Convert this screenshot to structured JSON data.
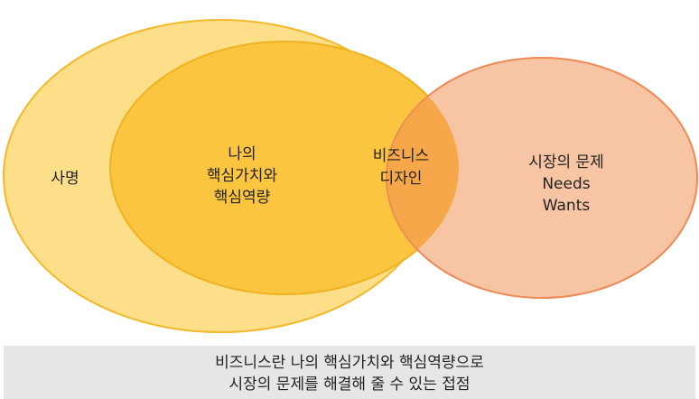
{
  "colors": {
    "outer_circle_fill": "#fddf8a",
    "outer_circle_stroke": "#f3b82b",
    "inner_circle_fill": "#fbc53f",
    "inner_circle_stroke": "#f0b21f",
    "market_circle_fill": "#f7c5a3",
    "market_circle_stroke": "#ee8a55",
    "intersection_fill": "#f5a74a",
    "caption_bg": "#e6e6e6"
  },
  "diagram": {
    "outer_circle": {
      "label": "사명"
    },
    "inner_circle": {
      "label_lines": [
        "나의",
        "핵심가치와",
        "핵심역량"
      ]
    },
    "intersection": {
      "label_lines": [
        "비즈니스",
        "디자인"
      ]
    },
    "market_circle": {
      "label_lines": [
        "시장의 문제",
        "Needs",
        "Wants"
      ]
    }
  },
  "caption": {
    "line1": "비즈니스란 나의 핵심가치와 핵심역량으로",
    "line2": "시장의 문제를 해결해 줄 수 있는 접점"
  }
}
